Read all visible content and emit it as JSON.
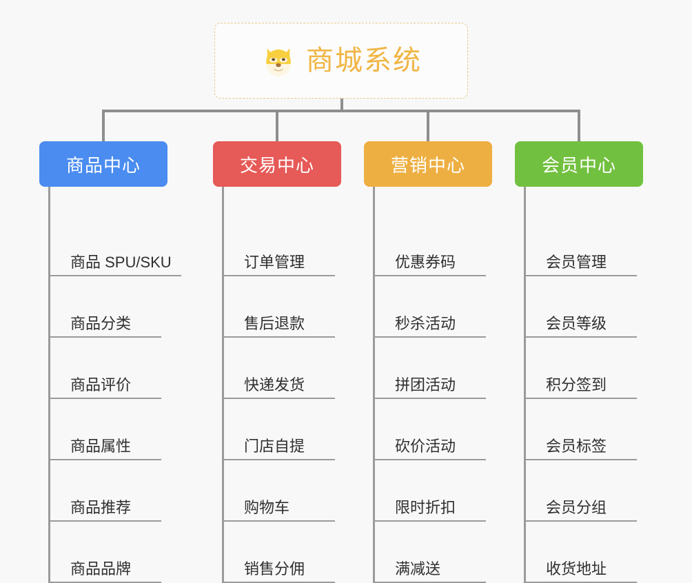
{
  "page": {
    "background_color": "#f8f8f8",
    "connector_color": "#8e8e8e",
    "leaf_line_color": "#9a9a9a",
    "leaf_text_color": "#2f2f2f"
  },
  "root": {
    "title": "商城系统",
    "icon": "dog-face-emoji",
    "text_color": "#f0b543",
    "border_color": "#e9c98d",
    "background_color": "#fcfcfc"
  },
  "columns": [
    {
      "category": "商品中心",
      "color": "#4a8cf0",
      "items": [
        "商品 SPU/SKU",
        "商品分类",
        "商品评价",
        "商品属性",
        "商品推荐",
        "商品品牌"
      ]
    },
    {
      "category": "交易中心",
      "color": "#e65a57",
      "items": [
        "订单管理",
        "售后退款",
        "快递发货",
        "门店自提",
        "购物车",
        "销售分佣"
      ]
    },
    {
      "category": "营销中心",
      "color": "#eeaf42",
      "items": [
        "优惠券码",
        "秒杀活动",
        "拼团活动",
        "砍价活动",
        "限时折扣",
        "满减送"
      ]
    },
    {
      "category": "会员中心",
      "color": "#72c040",
      "items": [
        "会员管理",
        "会员等级",
        "积分签到",
        "会员标签",
        "会员分组",
        "收货地址"
      ]
    }
  ]
}
